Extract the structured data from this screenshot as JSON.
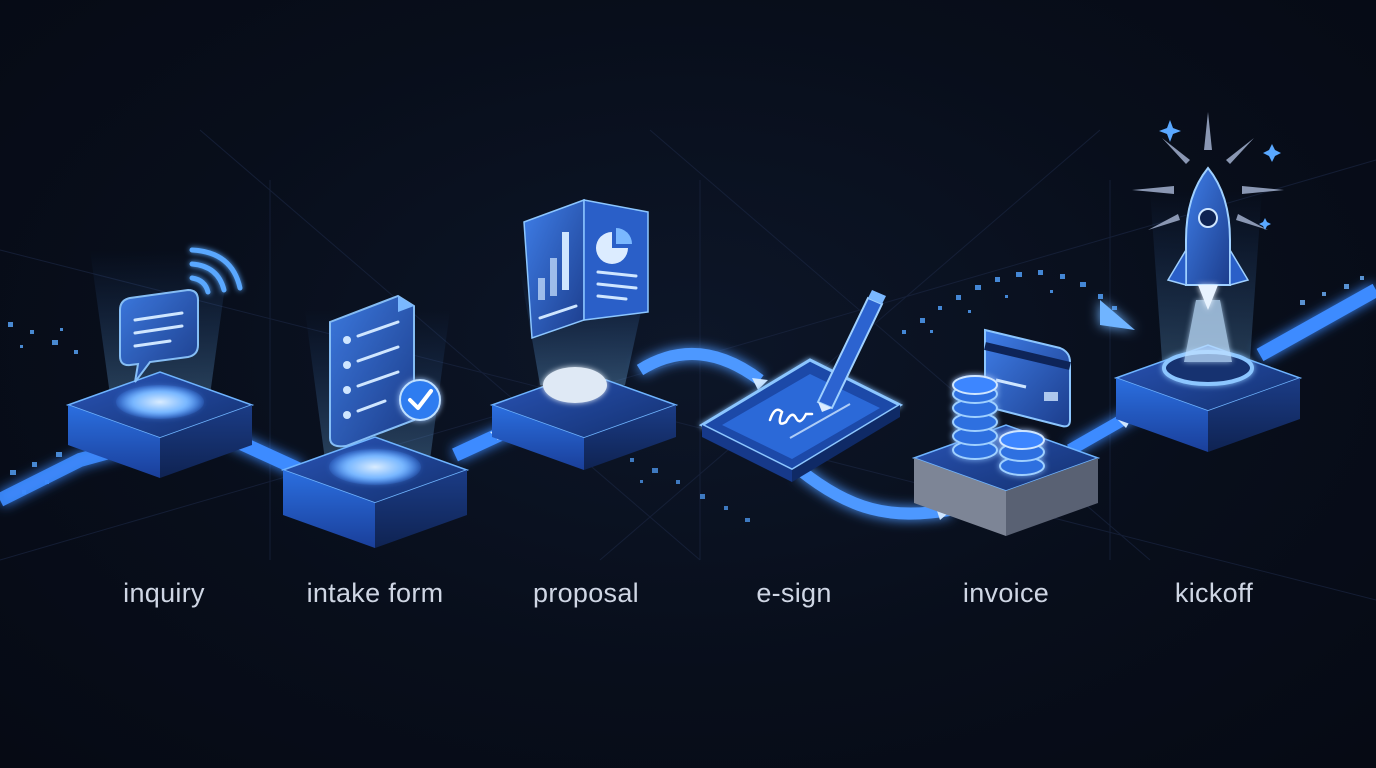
{
  "steps": [
    {
      "label": "inquiry",
      "icon": "chat-bubble-icon"
    },
    {
      "label": "intake form",
      "icon": "form-check-icon"
    },
    {
      "label": "proposal",
      "icon": "document-chart-icon"
    },
    {
      "label": "e-sign",
      "icon": "tablet-signature-icon"
    },
    {
      "label": "invoice",
      "icon": "coins-card-icon"
    },
    {
      "label": "kickoff",
      "icon": "rocket-icon"
    }
  ],
  "colors": {
    "background": "#070c17",
    "accent": "#3d8bff",
    "glow": "#6fb4ff",
    "platform_top": "#1c3d8c",
    "label": "#cfd6e4"
  }
}
